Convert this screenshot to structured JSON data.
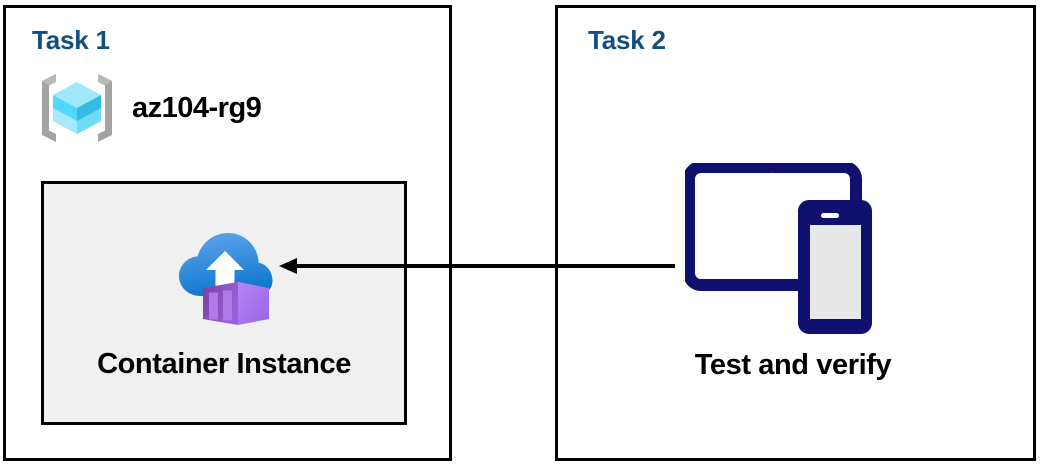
{
  "diagram": {
    "title": "Azure Container Instance task diagram",
    "colors": {
      "panel_border": "#000000",
      "panel_background": "#ffffff",
      "task_title": "#134e7d",
      "inner_box_fill": "#f0f0f0",
      "inner_box_border": "#000000",
      "arrow": "#000000",
      "device_navy": "#10106e",
      "device_screen_gray": "#e8e8e8",
      "rg_bracket_gray": "#a3a3a3",
      "rg_cube_light": "#9fe8fb",
      "rg_cube_mid": "#32c5f4",
      "rg_cube_dark": "#2aa9d6",
      "cloud_blue_light": "#5ba0ea",
      "cloud_blue_dark": "#1782d8",
      "container_purple_light": "#a974ef",
      "container_purple_dark": "#7b3fa8",
      "container_purple_face": "#9a5fd6",
      "arrow_white": "#ffffff"
    },
    "panels": [
      {
        "id": "task1",
        "title": "Task 1",
        "resource_group": {
          "icon": "azure-resource-group-icon",
          "label": "az104-rg9"
        },
        "resource": {
          "icon": "azure-container-instance-icon",
          "label": "Container Instance"
        }
      },
      {
        "id": "task2",
        "title": "Task 2",
        "resource": {
          "icon": "tablet-and-phone-devices-icon",
          "label": "Test and verify"
        }
      }
    ],
    "connector": {
      "name": "flow-arrow",
      "direction": "right-to-left",
      "from": "Test and verify",
      "to": "Container Instance"
    }
  }
}
